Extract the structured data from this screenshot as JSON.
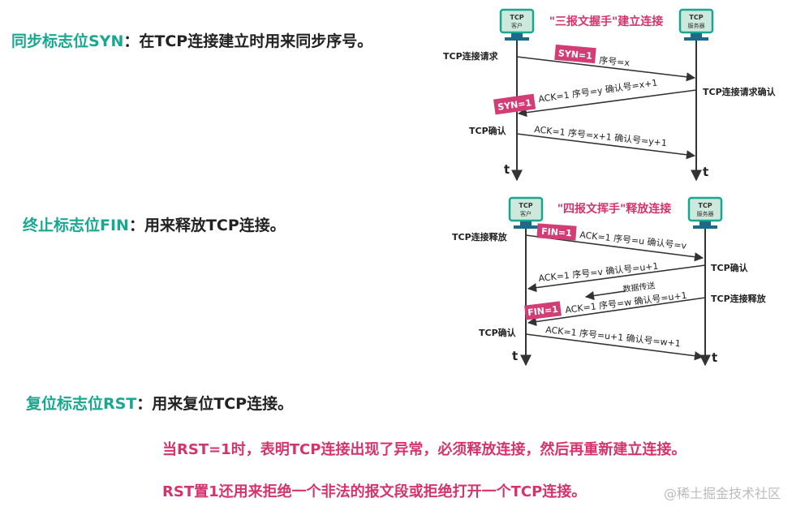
{
  "flags": {
    "syn": {
      "name": "同步标志位SYN",
      "desc": "：在TCP连接建立时用来同步序号。"
    },
    "fin": {
      "name": "终止标志位FIN",
      "desc": "：用来释放TCP连接。"
    },
    "rst": {
      "name": "复位标志位RST",
      "desc": "：用来复位TCP连接。"
    }
  },
  "rst_notes": [
    "当RST=1时，表明TCP连接出现了异常，必须释放连接，然后再重新建立连接。",
    "RST置1还用来拒绝一个非法的报文段或拒绝打开一个TCP连接。"
  ],
  "watermark": "@稀土掘金技术社区",
  "colors": {
    "teal": "#17a88f",
    "pink": "#d6336c",
    "host_bg": "#cde8dc",
    "flag_bg": "#d23d75"
  },
  "handshake": {
    "title": "\"三报文握手\"建立连接",
    "client": {
      "line1": "TCP",
      "line2": "客户"
    },
    "server": {
      "line1": "TCP",
      "line2": "服务器"
    },
    "time_label": "t",
    "segments": [
      {
        "flag": "SYN=1",
        "text": "序号=x",
        "label": "TCP连接请求"
      },
      {
        "flag": "SYN=1",
        "text": "ACK=1  序号=y  确认号=x+1",
        "label": "TCP连接请求确认"
      },
      {
        "text": "ACK=1  序号=x+1  确认号=y+1",
        "label": "TCP确认"
      }
    ]
  },
  "wavehand": {
    "title": "\"四报文挥手\"释放连接",
    "client": {
      "line1": "TCP",
      "line2": "客户"
    },
    "server": {
      "line1": "TCP",
      "line2": "服务器"
    },
    "time_label": "t",
    "segments": [
      {
        "flag": "FIN=1",
        "text": "ACK=1  序号=u  确认号=v",
        "label": "TCP连接释放"
      },
      {
        "text": "ACK=1  序号=v  确认号=u+1",
        "label": "TCP确认"
      },
      {
        "text": "数据传送"
      },
      {
        "flag": "FIN=1",
        "text": "ACK=1  序号=w  确认号=u+1",
        "label": "TCP连接释放"
      },
      {
        "text": "ACK=1  序号=u+1  确认号=w+1",
        "label": "TCP确认"
      }
    ]
  }
}
